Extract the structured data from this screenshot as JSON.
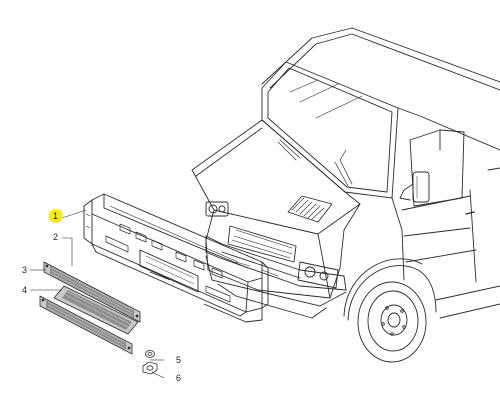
{
  "diagram": {
    "highlight_color": "#f5ea14",
    "line_color": "#2b2b2b",
    "grille_color": "#9a9a9a",
    "callouts": [
      {
        "id": "c1",
        "label": "1",
        "highlighted": true
      },
      {
        "id": "c2",
        "label": "2",
        "highlighted": false
      },
      {
        "id": "c3",
        "label": "3",
        "highlighted": false
      },
      {
        "id": "c4",
        "label": "4",
        "highlighted": false
      },
      {
        "id": "c5",
        "label": "5",
        "highlighted": false
      },
      {
        "id": "c6",
        "label": "6",
        "highlighted": false
      }
    ]
  }
}
